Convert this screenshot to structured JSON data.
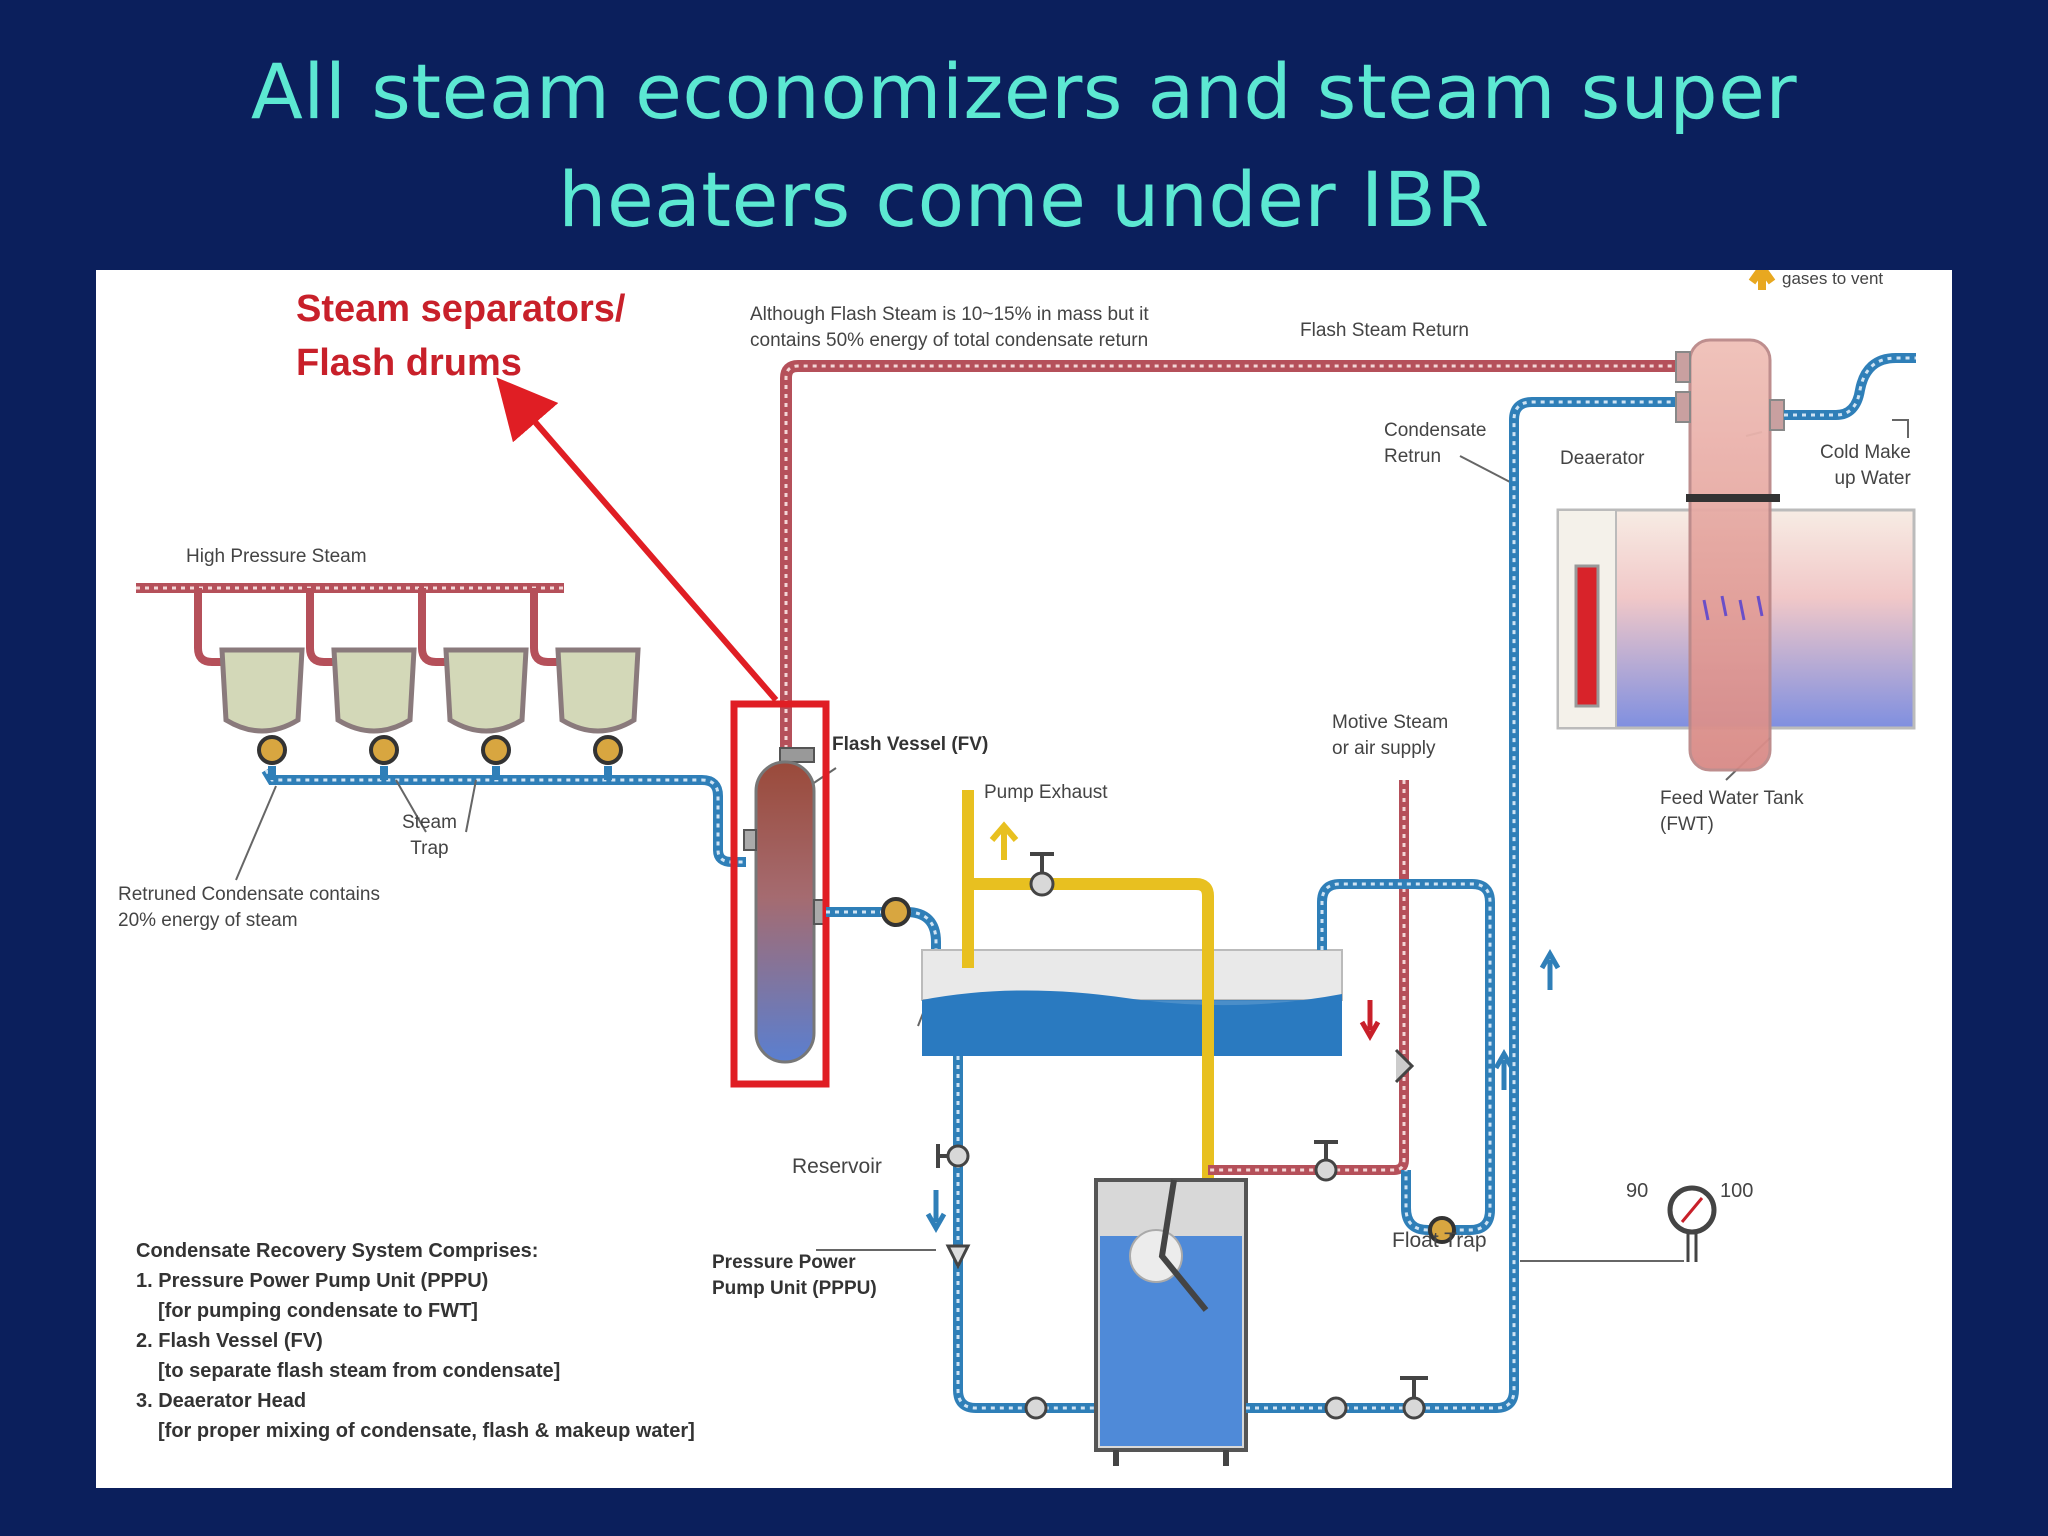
{
  "slide": {
    "title_line1": "All steam economizers and steam super",
    "title_line2": "heaters come  under IBR"
  },
  "diagram": {
    "callout_line1": "Steam separators/",
    "callout_line2": "Flash drums",
    "labels": {
      "gases_to_vent": "gases to vent",
      "flash_note_line1": "Although Flash Steam is 10~15% in mass but it",
      "flash_note_line2": "contains 50% energy of total condensate return",
      "flash_steam_return": "Flash Steam Return",
      "condensate_return_line1": "Condensate",
      "condensate_return_line2": "Retrun",
      "deaerator": "Deaerator",
      "cold_makeup_line1": "Cold Make",
      "cold_makeup_line2": "up Water",
      "high_pressure_steam": "High Pressure Steam",
      "flash_vessel": "Flash Vessel (FV)",
      "pump_exhaust": "Pump Exhaust",
      "motive_steam_line1": "Motive Steam",
      "motive_steam_line2": "or air supply",
      "feed_water_tank_line1": "Feed Water Tank",
      "feed_water_tank_line2": "(FWT)",
      "steam_trap_line1": "Steam",
      "steam_trap_line2": "Trap",
      "returned_condensate_line1": "Retruned Condensate contains",
      "returned_condensate_line2": "20% energy of steam",
      "reservoir": "Reservoir",
      "float_trap": "Float Trap",
      "gauge_low": "90",
      "gauge_high": "100",
      "pppu_line1": "Pressure Power",
      "pppu_line2": "Pump Unit (PPPU)"
    },
    "legend": {
      "heading": "Condensate Recovery System Comprises:",
      "item1": "1. Pressure Power Pump Unit (PPPU)",
      "item1_sub": "[for pumping condensate to FWT]",
      "item2": "2. Flash Vessel (FV)",
      "item2_sub": "[to separate flash steam from condensate]",
      "item3": "3. Deaerator Head",
      "item3_sub": "[for proper mixing of condensate, flash & makeup water]"
    },
    "colors": {
      "steam_pipe": "#b5505a",
      "condensate_pipe": "#2f7fb8",
      "exhaust_pipe": "#e8c020",
      "highlight": "#e01e24",
      "callout_text": "#c8202a"
    }
  }
}
